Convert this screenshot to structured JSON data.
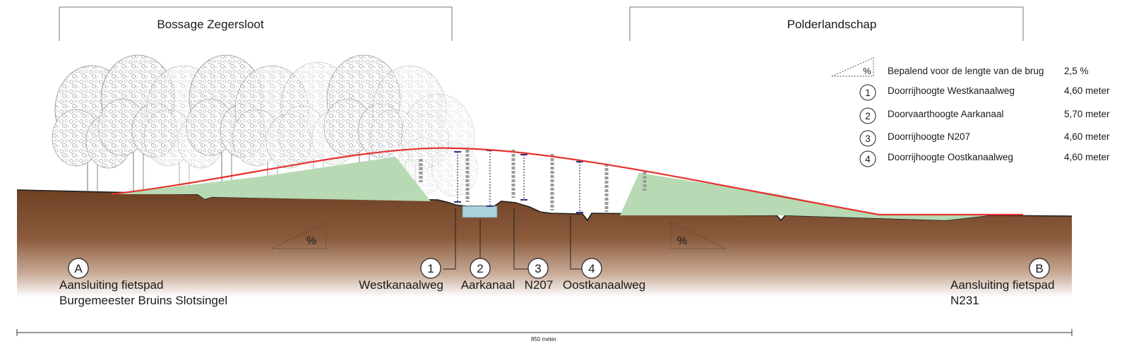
{
  "zones": {
    "left": "Bossage Zegersloot",
    "right": "Polderlandschap"
  },
  "legend": {
    "slope": {
      "symbol": "%",
      "text": "Bepalend voor de lengte van de brug",
      "value": "2,5 %"
    },
    "items": [
      {
        "num": "1",
        "text": "Doorrijhoogte Westkanaalweg",
        "value": "4,60 meter"
      },
      {
        "num": "2",
        "text": "Doorvaarthoogte Aarkanaal",
        "value": "5,70 meter"
      },
      {
        "num": "3",
        "text": "Doorrijhoogte N207",
        "value": "4,60 meter"
      },
      {
        "num": "4",
        "text": "Doorrijhoogte Oostkanaalweg",
        "value": "4,60 meter"
      }
    ]
  },
  "endpoints": {
    "a": {
      "letter": "A",
      "line1": "Aansluiting fietspad",
      "line2": "Burgemeester Bruins Slotsingel"
    },
    "b": {
      "letter": "B",
      "line1": "Aansluiting fietspad",
      "line2": "N231"
    }
  },
  "crossings": [
    {
      "num": "1",
      "name": "Westkanaalweg"
    },
    {
      "num": "2",
      "name": "Aarkanaal"
    },
    {
      "num": "3",
      "name": "N207"
    },
    {
      "num": "4",
      "name": "Oostkanaalweg"
    }
  ],
  "slope_symbols": [
    "%",
    "%"
  ],
  "scale": {
    "label": "850 meter"
  },
  "colors": {
    "ground_top": "#7a4a2c",
    "ground_mid": "#a67c5f",
    "embankment": "#b7d9b4",
    "bridge_line": "#e5322d",
    "water": "#a9d3df",
    "pillar": "#9a9a9a",
    "clearance": "#3b2f7a"
  }
}
